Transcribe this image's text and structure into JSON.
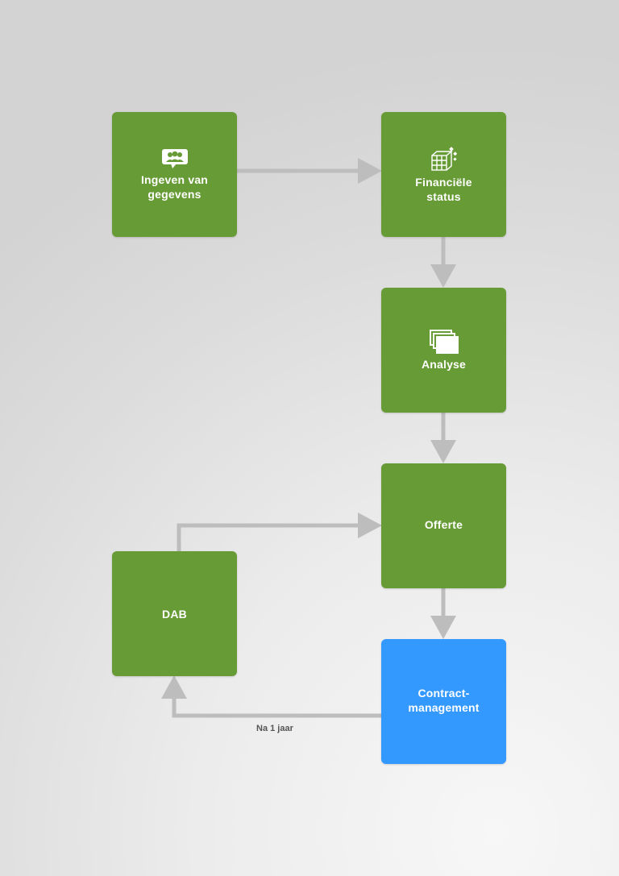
{
  "diagram": {
    "nodes": {
      "ingeven": {
        "label": "Ingeven van\ngegevens",
        "icon": "people-chat-icon",
        "color": "#679b35"
      },
      "financiele": {
        "label": "Financiële\nstatus",
        "icon": "grid-cubes-icon",
        "color": "#679b35"
      },
      "analyse": {
        "label": "Analyse",
        "icon": "stacked-pages-icon",
        "color": "#679b35"
      },
      "offerte": {
        "label": "Offerte",
        "color": "#679b35"
      },
      "dab": {
        "label": "DAB",
        "color": "#679b35"
      },
      "contract": {
        "label": "Contract-\nmanagement",
        "color": "#3399ff"
      }
    },
    "edges": [
      {
        "from": "ingeven",
        "to": "financiele"
      },
      {
        "from": "financiele",
        "to": "analyse"
      },
      {
        "from": "analyse",
        "to": "offerte"
      },
      {
        "from": "offerte",
        "to": "contract"
      },
      {
        "from": "contract",
        "to": "dab",
        "label": "Na 1 jaar"
      },
      {
        "from": "dab",
        "to": "offerte"
      }
    ],
    "connector_color": "#bdbdbd"
  }
}
